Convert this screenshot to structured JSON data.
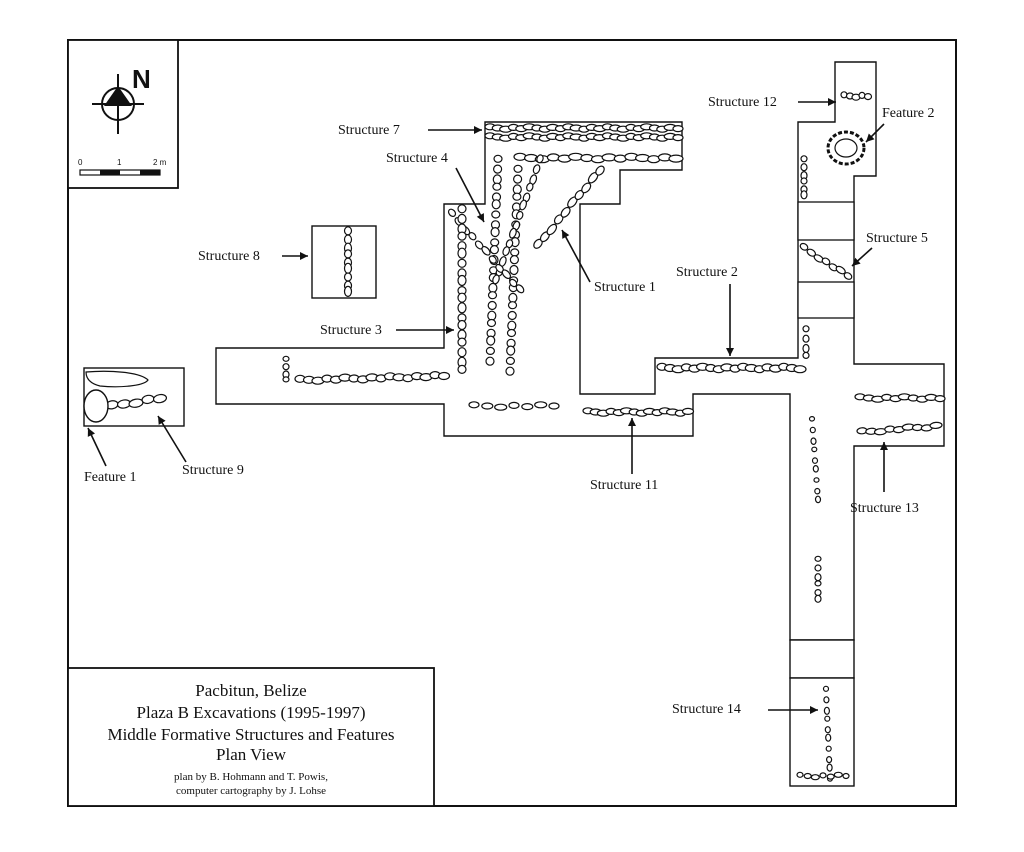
{
  "compass": {
    "north_letter": "N",
    "icon": "north-arrow-compass-icon"
  },
  "scale": {
    "ticks": [
      "0",
      "1",
      "2 m"
    ]
  },
  "title_block": {
    "line1": "Pacbitun, Belize",
    "line2": "Plaza B Excavations (1995-1997)",
    "line3": "Middle Formative Structures and Features",
    "line4": "Plan View",
    "credit1": "plan by B. Hohmann and T. Powis,",
    "credit2": "computer cartography by J. Lohse"
  },
  "labels": {
    "structure_1": "Structure 1",
    "structure_2": "Structure 2",
    "structure_3": "Structure 3",
    "structure_4": "Structure 4",
    "structure_5": "Structure 5",
    "structure_7": "Structure 7",
    "structure_8": "Structure 8",
    "structure_9": "Structure 9",
    "structure_11": "Structure 11",
    "structure_12": "Structure 12",
    "structure_13": "Structure 13",
    "structure_14": "Structure 14",
    "feature_1": "Feature 1",
    "feature_2": "Feature 2"
  }
}
